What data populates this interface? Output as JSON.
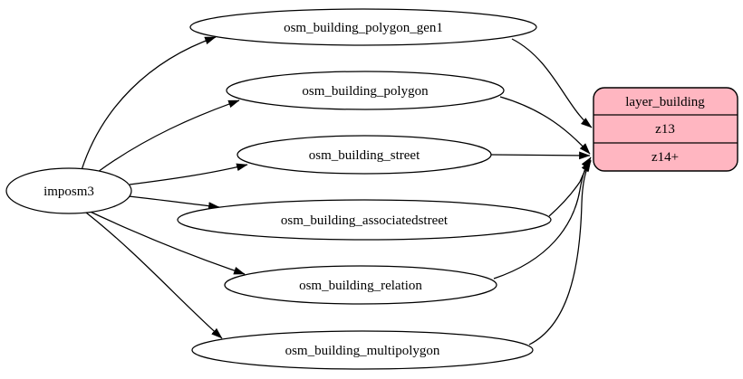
{
  "diagram": {
    "background": "#ffffff",
    "edge_color": "#000000",
    "table_node_fill": "#ffffff",
    "source_node": {
      "label": "imposm3"
    },
    "table_nodes": [
      {
        "label": "osm_building_polygon_gen1"
      },
      {
        "label": "osm_building_polygon"
      },
      {
        "label": "osm_building_street"
      },
      {
        "label": "osm_building_associatedstreet"
      },
      {
        "label": "osm_building_relation"
      },
      {
        "label": "osm_building_multipolygon"
      }
    ],
    "layer_node": {
      "title": "layer_building",
      "rows": [
        "z13",
        "z14+"
      ],
      "fill": "#ffb6c1",
      "border": "#000000"
    },
    "edges": [
      {
        "from": "imposm3",
        "to": "osm_building_polygon_gen1"
      },
      {
        "from": "imposm3",
        "to": "osm_building_polygon"
      },
      {
        "from": "imposm3",
        "to": "osm_building_street"
      },
      {
        "from": "imposm3",
        "to": "osm_building_associatedstreet"
      },
      {
        "from": "imposm3",
        "to": "osm_building_relation"
      },
      {
        "from": "imposm3",
        "to": "osm_building_multipolygon"
      },
      {
        "from": "osm_building_polygon_gen1",
        "to": "layer_building.z13"
      },
      {
        "from": "osm_building_polygon",
        "to": "layer_building.z14+"
      },
      {
        "from": "osm_building_street",
        "to": "layer_building.z14+"
      },
      {
        "from": "osm_building_associatedstreet",
        "to": "layer_building.z14+"
      },
      {
        "from": "osm_building_relation",
        "to": "layer_building.z14+"
      },
      {
        "from": "osm_building_multipolygon",
        "to": "layer_building.z14+"
      }
    ]
  }
}
